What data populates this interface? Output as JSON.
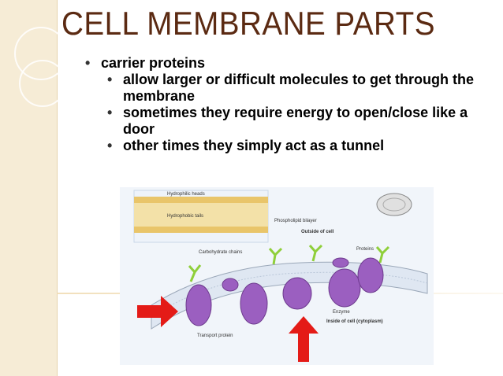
{
  "slide": {
    "title": "CELL MEMBRANE PARTS",
    "bullet_1": "carrier proteins",
    "sub_bullets": [
      "allow larger or difficult molecules to get through the membrane",
      "sometimes they require energy to open/close like a door",
      "other times they simply act as a tunnel"
    ]
  },
  "figure": {
    "labels": {
      "hydrophilic_heads": "Hydrophilic heads",
      "hydrophobic_tails": "Hydrophobic tails",
      "phospholipid_bilayer": "Phospholipid bilayer",
      "outside_of_cell": "Outside of cell",
      "proteins": "Proteins",
      "carbohydrate_chains": "Carbohydrate chains",
      "enzyme": "Enzyme",
      "inside_of_cell": "Inside of cell (cytoplasm)",
      "transport_protein": "Transport protein"
    },
    "colors": {
      "protein": "#9b5fc0",
      "carbohydrate": "#8fcf3a",
      "arrow": "#e41b17",
      "bilayer_bg": "#d8e7f6"
    }
  }
}
